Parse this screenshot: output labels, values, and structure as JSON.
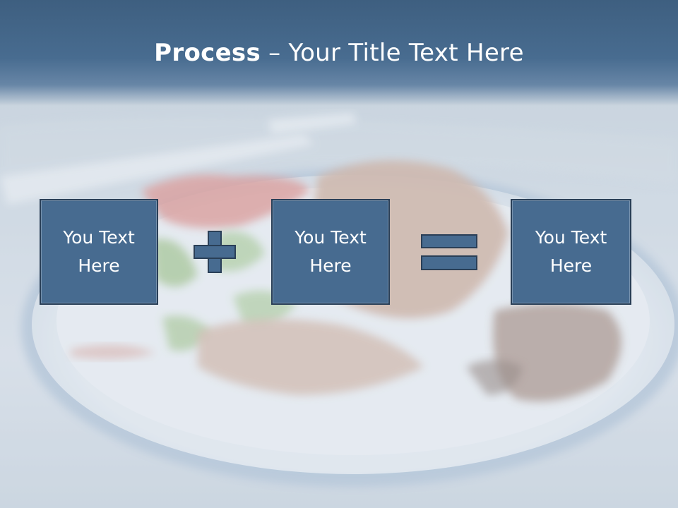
{
  "slide": {
    "title_bold": "Process",
    "title_rest": " – Your Title Text Here"
  },
  "boxes": [
    {
      "label": "You Text Here"
    },
    {
      "label": "You Text Here"
    },
    {
      "label": "You Text Here"
    }
  ],
  "operators": [
    "plus-icon",
    "equals-icon"
  ],
  "colors": {
    "header": "#476b90",
    "box_fill": "#476b90",
    "box_border": "#2a3f57",
    "text": "#ffffff"
  }
}
